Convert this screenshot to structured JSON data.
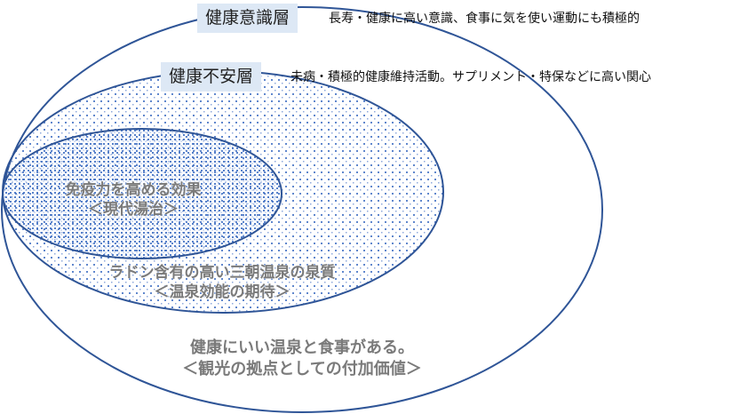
{
  "colors": {
    "ellipse_stroke": "#2f5597",
    "dot_fill": "#4472c4",
    "label_bg": "#dde8f5",
    "inner_text": "#7a7a7a",
    "desc_text": "#111111"
  },
  "layers": {
    "outer": {
      "title": "健康意識層",
      "description": "長寿・健康に高い意識、食事に気を使い運動にも積極的",
      "value_line1": "健康にいい温泉と食事がある。",
      "value_line2": "＜観光の拠点としての付加価値＞"
    },
    "middle": {
      "title": "健康不安層",
      "description": "未病・積極的健康維持活動。サプリメント・特保などに高い関心",
      "value_line1": "ラドン含有の高い三朝温泉の泉質",
      "value_line2": "＜温泉効能の期待＞"
    },
    "inner": {
      "value_line1": "免疫力を高める効果",
      "value_line2": "＜現代湯治＞"
    }
  }
}
